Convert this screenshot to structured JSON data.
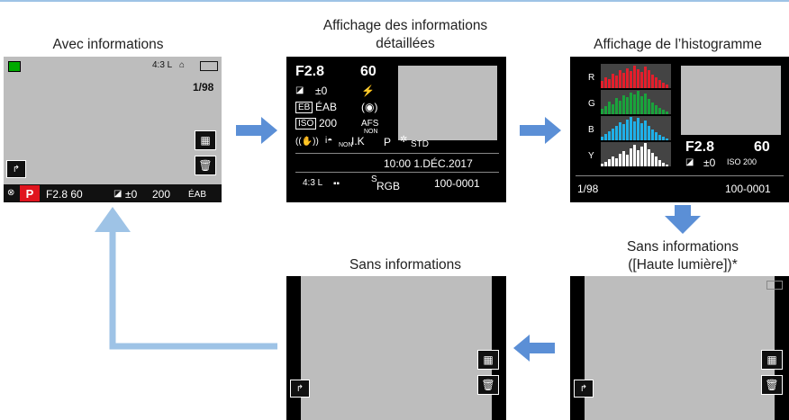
{
  "captions": {
    "with_info": "Avec informations",
    "detailed_1": "Affichage des informations",
    "detailed_2": "détaillées",
    "histogram": "Affichage de l’histogramme",
    "no_info": "Sans informations",
    "no_info_hl_1": "Sans informations",
    "no_info_hl_2": "([Haute lumière])*"
  },
  "with_info_screen": {
    "counter": "1/98",
    "aspect": "4:3 L",
    "mode": "P",
    "aperture_shutter": "F2.8 60",
    "exposure": "±0",
    "iso": "200",
    "wb": "ÉAB"
  },
  "detailed_screen": {
    "aperture": "F2.8",
    "shutter": "60",
    "exposure": "±0",
    "wb": "ÉAB",
    "iso": "200",
    "focus": "AFS",
    "mode": "P",
    "iso_label": "ISO",
    "photo_style": "STD",
    "time_date": "10:00  1.DÉC.2017",
    "aspect": "4:3 L",
    "colorspace_prefix": "S",
    "colorspace": "RGB",
    "file_number": "100-0001",
    "non_label": "NON"
  },
  "histogram_screen": {
    "channels": [
      "R",
      "G",
      "B",
      "Y"
    ],
    "aperture": "F2.8",
    "shutter": "60",
    "exposure": "±0",
    "iso": "ISO 200",
    "counter": "1/98",
    "file_number": "100-0001"
  },
  "colors": {
    "arrow": "#5b8fd6",
    "flow_line": "#9ec3e6",
    "screen_bg": "#000000",
    "lcd_gray": "#bdbdbd",
    "red_channel": "#e41e2b",
    "green_channel": "#1aa33c",
    "blue_channel": "#1fb0e8",
    "y_channel": "#ffffff"
  }
}
